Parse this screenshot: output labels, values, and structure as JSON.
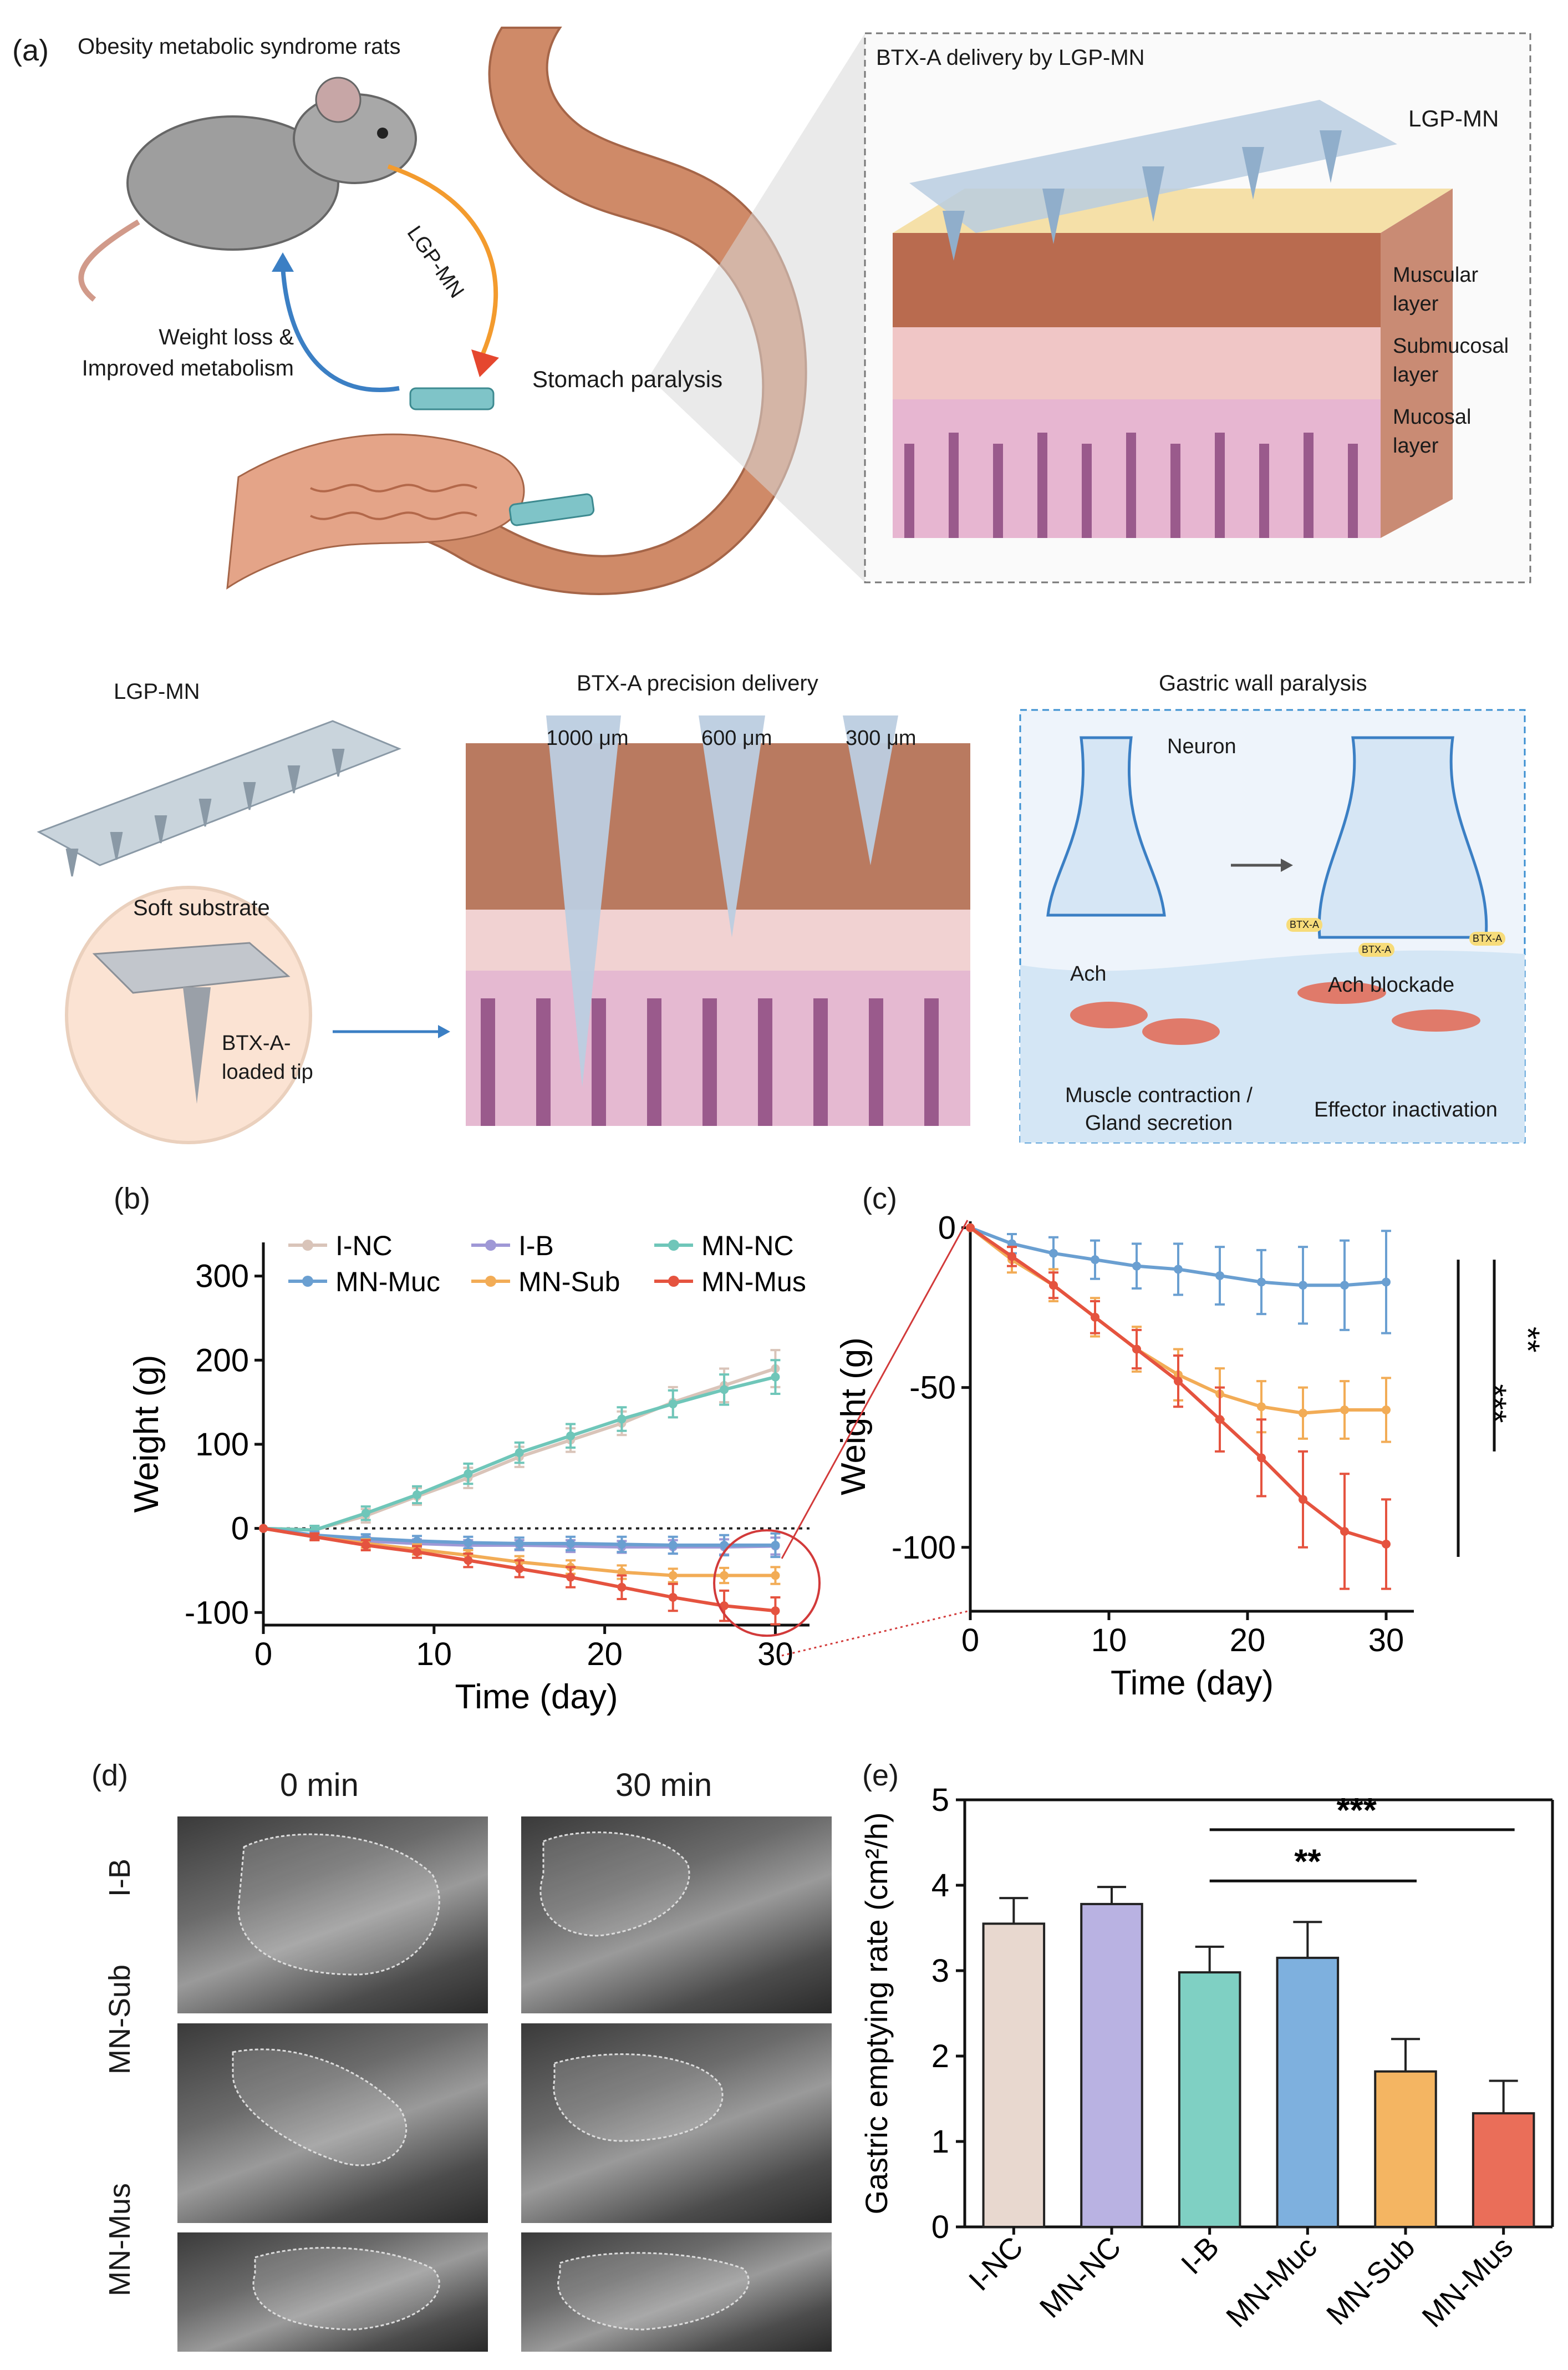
{
  "panel_labels": {
    "a": "(a)",
    "b": "(b)",
    "c": "(c)",
    "d": "(d)",
    "e": "(e)"
  },
  "panel_a": {
    "top_left_title": "Obesity metabolic syndrome rats",
    "arrow_label": "LGP-MN",
    "weight_loss_line1": "Weight loss &",
    "weight_loss_line2": "Improved metabolism",
    "stomach_paralysis": "Stomach paralysis",
    "box_title": "BTX-A delivery by LGP-MN",
    "box_patch_label": "LGP-MN",
    "layers": {
      "muscular_1": "Muscular",
      "muscular_2": "layer",
      "submucosal_1": "Submucosal",
      "submucosal_2": "layer",
      "mucosal_1": "Mucosal",
      "mucosal_2": "layer"
    },
    "mn_title": "LGP-MN",
    "soft_substrate": "Soft substrate",
    "tip_1": "BTX-A-",
    "tip_2": "loaded tip",
    "precision_title": "BTX-A precision delivery",
    "depths": [
      "1000 μm",
      "600 μm",
      "300 μm"
    ],
    "paralysis_title": "Gastric wall paralysis",
    "neuron": "Neuron",
    "ach": "Ach",
    "ach_blockade": "Ach blockade",
    "btx_tag": "BTX-A",
    "muscle_1": "Muscle contraction /",
    "muscle_2": "Gland secretion",
    "effector": "Effector inactivation"
  },
  "panel_d": {
    "col_headers": [
      "0 min",
      "30 min"
    ],
    "row_labels": [
      "I-B",
      "MN-Sub",
      "MN-Mus"
    ]
  },
  "colors": {
    "I-NC": "#d9c4b9",
    "I-B": "#9f98d6",
    "MN-NC": "#6fc6b9",
    "MN-Muc": "#6a9fd1",
    "MN-Sub": "#f2ac56",
    "MN-Mus": "#e5533f",
    "bar_fills": [
      "#e8d8cf",
      "#b9b2e2",
      "#7fd0c3",
      "#7eb0de",
      "#f4b562",
      "#ea6e59"
    ]
  },
  "chart_data": [
    {
      "id": "b",
      "type": "line",
      "xlabel": "Time (day)",
      "ylabel": "Weight (g)",
      "xlim": [
        0,
        32
      ],
      "ylim": [
        -115,
        340
      ],
      "xticks": [
        "0",
        "10",
        "20",
        "30"
      ],
      "yticks": [
        "-100",
        "0",
        "100",
        "200",
        "300"
      ],
      "reference_line": 0,
      "legend": [
        "I-NC",
        "I-B",
        "MN-NC",
        "MN-Muc",
        "MN-Sub",
        "MN-Mus"
      ],
      "legend_position": "top-left",
      "x": [
        0,
        3,
        6,
        9,
        12,
        15,
        18,
        21,
        24,
        27,
        30
      ],
      "series": [
        {
          "name": "I-NC",
          "values": [
            0,
            -2,
            15,
            38,
            60,
            85,
            105,
            125,
            150,
            170,
            190
          ],
          "err": [
            0,
            5,
            8,
            10,
            12,
            12,
            14,
            14,
            18,
            20,
            22
          ]
        },
        {
          "name": "I-B",
          "values": [
            0,
            -10,
            -15,
            -18,
            -20,
            -20,
            -21,
            -22,
            -22,
            -22,
            -21
          ],
          "err": [
            0,
            4,
            5,
            5,
            6,
            6,
            7,
            7,
            8,
            9,
            10
          ]
        },
        {
          "name": "MN-NC",
          "values": [
            0,
            -2,
            18,
            40,
            65,
            90,
            110,
            130,
            148,
            165,
            180
          ],
          "err": [
            0,
            5,
            8,
            10,
            12,
            12,
            14,
            14,
            16,
            18,
            20
          ]
        },
        {
          "name": "MN-Muc",
          "values": [
            0,
            -8,
            -12,
            -15,
            -17,
            -18,
            -18,
            -19,
            -20,
            -20,
            -20
          ],
          "err": [
            0,
            4,
            5,
            6,
            7,
            7,
            8,
            9,
            10,
            12,
            14
          ]
        },
        {
          "name": "MN-Sub",
          "values": [
            0,
            -10,
            -18,
            -25,
            -32,
            -40,
            -46,
            -52,
            -56,
            -56,
            -56
          ],
          "err": [
            0,
            4,
            5,
            6,
            6,
            7,
            8,
            8,
            8,
            9,
            10
          ]
        },
        {
          "name": "MN-Mus",
          "values": [
            0,
            -10,
            -20,
            -28,
            -38,
            -48,
            -58,
            -70,
            -82,
            -92,
            -98
          ],
          "err": [
            0,
            4,
            6,
            7,
            8,
            10,
            12,
            14,
            16,
            18,
            16
          ]
        }
      ]
    },
    {
      "id": "c",
      "type": "line",
      "xlabel": "Time (day)",
      "ylabel": "Weight (g)",
      "xlim": [
        0,
        32
      ],
      "ylim": [
        -120,
        2
      ],
      "xticks": [
        "0",
        "10",
        "20",
        "30"
      ],
      "yticks": [
        "0",
        "-50",
        "-100"
      ],
      "x": [
        0,
        3,
        6,
        9,
        12,
        15,
        18,
        21,
        24,
        27,
        30
      ],
      "series": [
        {
          "name": "MN-Muc",
          "values": [
            0,
            -5,
            -8,
            -10,
            -12,
            -13,
            -15,
            -17,
            -18,
            -18,
            -17
          ],
          "err": [
            0,
            3,
            5,
            6,
            7,
            8,
            9,
            10,
            12,
            14,
            16
          ]
        },
        {
          "name": "MN-Sub",
          "values": [
            0,
            -10,
            -18,
            -28,
            -38,
            -46,
            -52,
            -56,
            -58,
            -57,
            -57
          ],
          "err": [
            0,
            4,
            5,
            6,
            7,
            8,
            8,
            8,
            8,
            9,
            10
          ]
        },
        {
          "name": "MN-Mus",
          "values": [
            0,
            -9,
            -18,
            -28,
            -38,
            -48,
            -60,
            -72,
            -85,
            -95,
            -99
          ],
          "err": [
            0,
            3,
            4,
            5,
            6,
            8,
            10,
            12,
            15,
            18,
            14
          ]
        }
      ],
      "significance": [
        "***",
        "**"
      ]
    },
    {
      "id": "e",
      "type": "bar",
      "ylabel": "Gastric emptying rate (cm²/h)",
      "ylim": [
        0,
        5
      ],
      "yticks": [
        "0",
        "1",
        "2",
        "3",
        "4",
        "5"
      ],
      "categories": [
        "I-NC",
        "MN-NC",
        "I-B",
        "MN-Muc",
        "MN-Sub",
        "MN-Mus"
      ],
      "values": [
        3.55,
        3.78,
        2.98,
        3.15,
        1.82,
        1.33
      ],
      "err": [
        0.3,
        0.2,
        0.3,
        0.42,
        0.38,
        0.38
      ],
      "significance": [
        {
          "label": "***",
          "from": 2,
          "to": 5
        },
        {
          "label": "**",
          "from": 2,
          "to": 4
        }
      ]
    }
  ]
}
